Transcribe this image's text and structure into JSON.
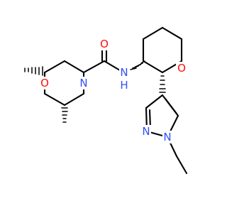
{
  "colors": {
    "bond": "#000000",
    "oxygen": "#ff0d0d",
    "nitrogen": "#3050f8",
    "background": "#ffffff"
  },
  "atoms": {
    "carbonyl_o": "O",
    "amide_n": "N",
    "amide_h": "H",
    "morpholine_n": "N",
    "morpholine_o": "O",
    "pyran_o": "O",
    "pyrazole_n2": "N",
    "pyrazole_n1": "N"
  }
}
